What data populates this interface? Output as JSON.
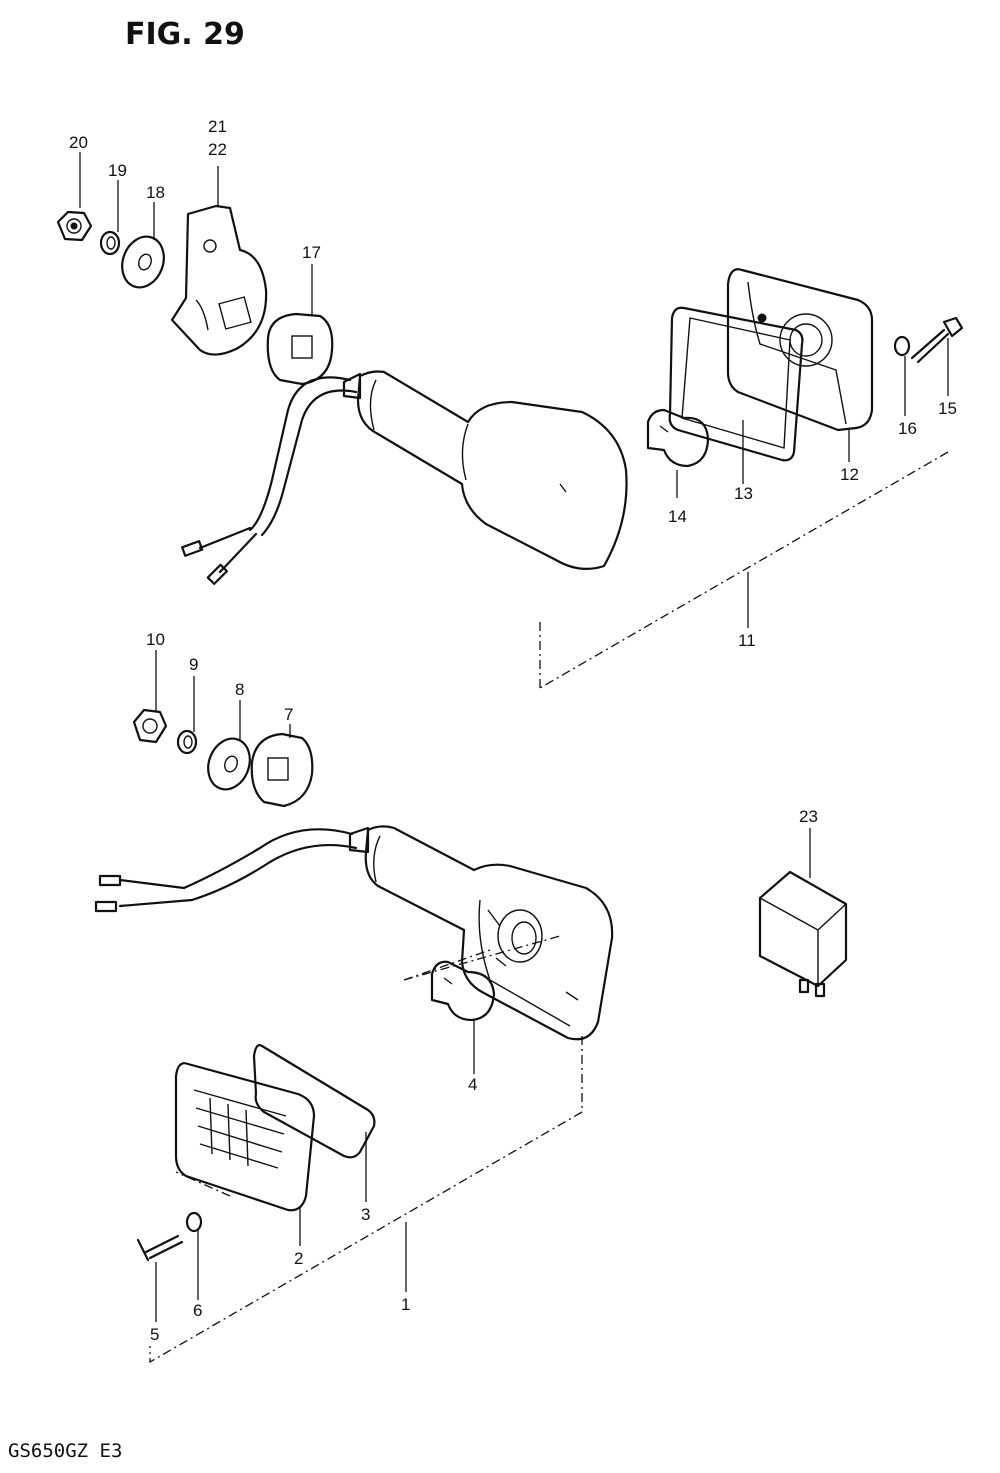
{
  "figure": {
    "title": "FIG. 29",
    "model": "GS650GZ E3"
  },
  "labels": {
    "p1": "1",
    "p2": "2",
    "p3": "3",
    "p4": "4",
    "p5": "5",
    "p6": "6",
    "p7": "7",
    "p8": "8",
    "p9": "9",
    "p10": "10",
    "p11": "11",
    "p12": "12",
    "p13": "13",
    "p14": "14",
    "p15": "15",
    "p16": "16",
    "p17": "17",
    "p18": "18",
    "p19": "19",
    "p20": "20",
    "p21": "21",
    "p22": "22",
    "p23": "23"
  }
}
